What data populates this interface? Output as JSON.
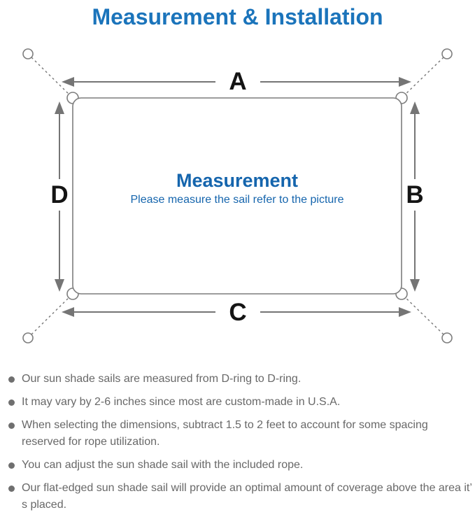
{
  "title": "Measurement & Installation",
  "diagram": {
    "label_a": "A",
    "label_b": "B",
    "label_c": "C",
    "label_d": "D",
    "center_title": "Measurement",
    "center_subtitle": "Please measure the sail refer to the picture"
  },
  "bullets": [
    "Our sun shade sails are measured from D-ring to D-ring.",
    "It may vary by 2-6 inches since most are custom-made in U.S.A.",
    "When selecting the dimensions, subtract 1.5 to 2 feet to account for some spacing reserved for rope utilization.",
    "You can adjust the sun shade sail with the included rope.",
    "Our flat-edged sun shade sail will provide an optimal amount of coverage above the area it’ s placed."
  ],
  "colors": {
    "accent_blue": "#1b74bb",
    "center_text_blue": "#1565ad",
    "diagram_gray": "#7d7d7d",
    "arrow_gray": "#757575",
    "label_black": "#141414",
    "note_text_gray": "#686868"
  }
}
